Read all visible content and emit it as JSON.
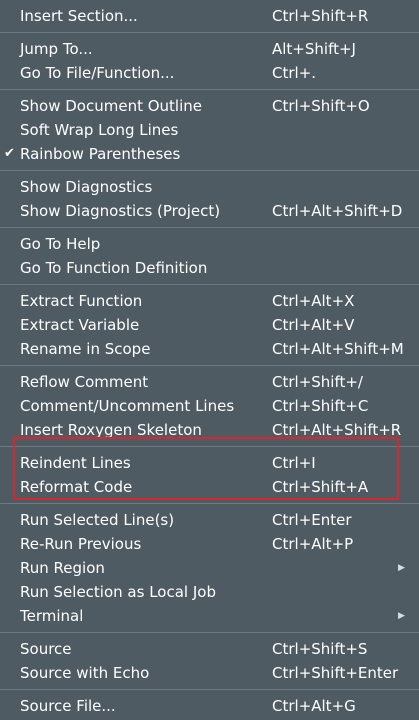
{
  "menu": {
    "items": [
      {
        "label": "Insert Section...",
        "shortcut": "Ctrl+Shift+R"
      },
      {
        "label": "Jump To...",
        "shortcut": "Alt+Shift+J"
      },
      {
        "label": "Go To File/Function...",
        "shortcut": "Ctrl+."
      },
      {
        "label": "Show Document Outline",
        "shortcut": "Ctrl+Shift+O"
      },
      {
        "label": "Soft Wrap Long Lines",
        "shortcut": ""
      },
      {
        "label": "Rainbow Parentheses",
        "shortcut": "",
        "checked": true,
        "check_glyph": "✔"
      },
      {
        "label": "Show Diagnostics",
        "shortcut": ""
      },
      {
        "label": "Show Diagnostics (Project)",
        "shortcut": "Ctrl+Alt+Shift+D"
      },
      {
        "label": "Go To Help",
        "shortcut": ""
      },
      {
        "label": "Go To Function Definition",
        "shortcut": ""
      },
      {
        "label": "Extract Function",
        "shortcut": "Ctrl+Alt+X"
      },
      {
        "label": "Extract Variable",
        "shortcut": "Ctrl+Alt+V"
      },
      {
        "label": "Rename in Scope",
        "shortcut": "Ctrl+Alt+Shift+M"
      },
      {
        "label": "Reflow Comment",
        "shortcut": "Ctrl+Shift+/"
      },
      {
        "label": "Comment/Uncomment Lines",
        "shortcut": "Ctrl+Shift+C"
      },
      {
        "label": "Insert Roxygen Skeleton",
        "shortcut": "Ctrl+Alt+Shift+R"
      },
      {
        "label": "Reindent Lines",
        "shortcut": "Ctrl+I"
      },
      {
        "label": "Reformat Code",
        "shortcut": "Ctrl+Shift+A"
      },
      {
        "label": "Run Selected Line(s)",
        "shortcut": "Ctrl+Enter"
      },
      {
        "label": "Re-Run Previous",
        "shortcut": "Ctrl+Alt+P"
      },
      {
        "label": "Run Region",
        "shortcut": "",
        "submenu": true,
        "arrow_glyph": "▶"
      },
      {
        "label": "Run Selection as Local Job",
        "shortcut": ""
      },
      {
        "label": "Terminal",
        "shortcut": "",
        "submenu": true,
        "arrow_glyph": "▶"
      },
      {
        "label": "Source",
        "shortcut": "Ctrl+Shift+S"
      },
      {
        "label": "Source with Echo",
        "shortcut": "Ctrl+Shift+Enter"
      },
      {
        "label": "Source File...",
        "shortcut": "Ctrl+Alt+G"
      }
    ]
  },
  "colors": {
    "background": "#4f5b62",
    "text": "#ffffff",
    "separator": "#6e7a81",
    "highlight_border": "#d8262f"
  }
}
